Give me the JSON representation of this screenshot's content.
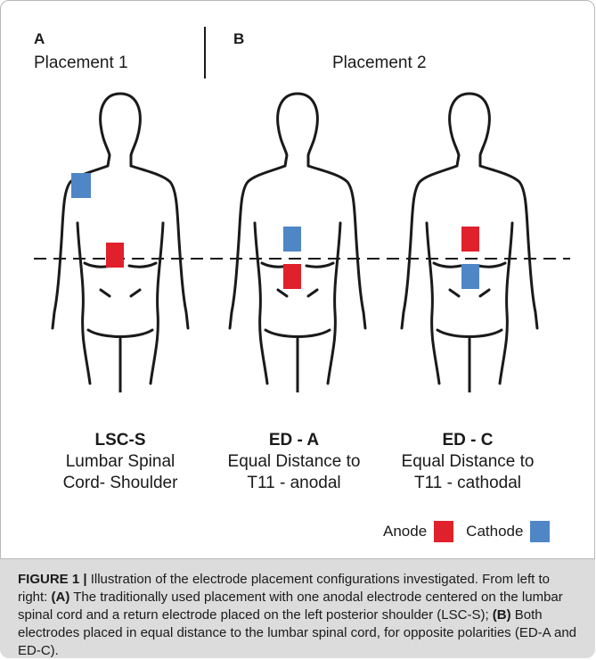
{
  "figure": {
    "panels": [
      {
        "letter": "A",
        "subtitle": "Placement 1"
      },
      {
        "letter": "B",
        "subtitle": "Placement 2"
      }
    ],
    "configurations": [
      {
        "abbr": "LSC-S",
        "line1": "Lumbar Spinal",
        "line2": "Cord- Shoulder"
      },
      {
        "abbr": "ED - A",
        "line1": "Equal Distance to",
        "line2": "T11 - anodal"
      },
      {
        "abbr": "ED - C",
        "line1": "Equal Distance to",
        "line2": "T11 - cathodal"
      }
    ],
    "legend": {
      "anode_label": "Anode",
      "cathode_label": "Cathode"
    },
    "colors": {
      "anode": "#e0202b",
      "cathode": "#4f86c6",
      "outline": "#1a1a1a",
      "caption_bg": "#dcdcdc"
    },
    "caption": {
      "label": "FIGURE 1 |",
      "text1": " Illustration of the electrode placement configurations investigated. From left to right: ",
      "a_label": "(A)",
      "text2": " The traditionally used placement with one anodal electrode centered on the lumbar spinal cord and a return electrode placed on the left posterior shoulder (LSC-S); ",
      "b_label": "(B)",
      "text3": " Both electrodes placed in equal distance to the lumbar spinal cord, for opposite polarities (ED-A and ED-C)."
    }
  }
}
